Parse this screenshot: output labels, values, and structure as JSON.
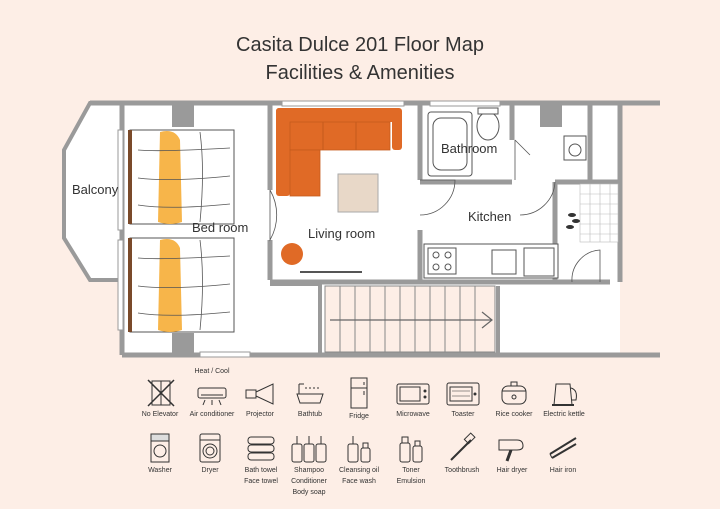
{
  "header": {
    "title_line1": "Casita Dulce 201 Floor Map",
    "title_line2": "Facilities & Amenities"
  },
  "plan": {
    "rooms": {
      "balcony": "Balcony",
      "bedroom": "Bed room",
      "living": "Living room",
      "bathroom": "Bathroom",
      "kitchen": "Kitchen"
    },
    "colors": {
      "wall": "#9a9a9a",
      "sofa": "#e06a26",
      "pillow": "#f7b54a",
      "table": "#e8d8c8",
      "floor": "#ffffff"
    }
  },
  "amenities": {
    "row1": [
      {
        "icon": "no-elevator-icon",
        "label": "No Elevator"
      },
      {
        "icon": "air-conditioner-icon",
        "label": "Air conditioner",
        "top": "Heat / Cool"
      },
      {
        "icon": "projector-icon",
        "label": "Projector"
      },
      {
        "icon": "bathtub-icon",
        "label": "Bathtub"
      },
      {
        "icon": "fridge-icon",
        "label": "Fridge"
      },
      {
        "icon": "microwave-icon",
        "label": "Microwave"
      },
      {
        "icon": "toaster-icon",
        "label": "Toaster"
      },
      {
        "icon": "rice-cooker-icon",
        "label": "Rice cooker"
      },
      {
        "icon": "electric-kettle-icon",
        "label": "Electric kettle"
      }
    ],
    "row2": [
      {
        "icon": "washer-icon",
        "label": "Washer"
      },
      {
        "icon": "dryer-icon",
        "label": "Dryer"
      },
      {
        "icon": "towel-icon",
        "label": "Bath towel",
        "label2": "Face towel"
      },
      {
        "icon": "shampoo-icon",
        "label": "Shampoo",
        "label2": "Conditioner",
        "label3": "Body soap"
      },
      {
        "icon": "cleansing-oil-icon",
        "label": "Cleansing oil",
        "label2": "Face wash"
      },
      {
        "icon": "toner-icon",
        "label": "Toner",
        "label2": "Emulsion"
      },
      {
        "icon": "toothbrush-icon",
        "label": "Toothbrush"
      },
      {
        "icon": "hair-dryer-icon",
        "label": "Hair dryer"
      },
      {
        "icon": "hair-iron-icon",
        "label": "Hair iron"
      }
    ]
  }
}
